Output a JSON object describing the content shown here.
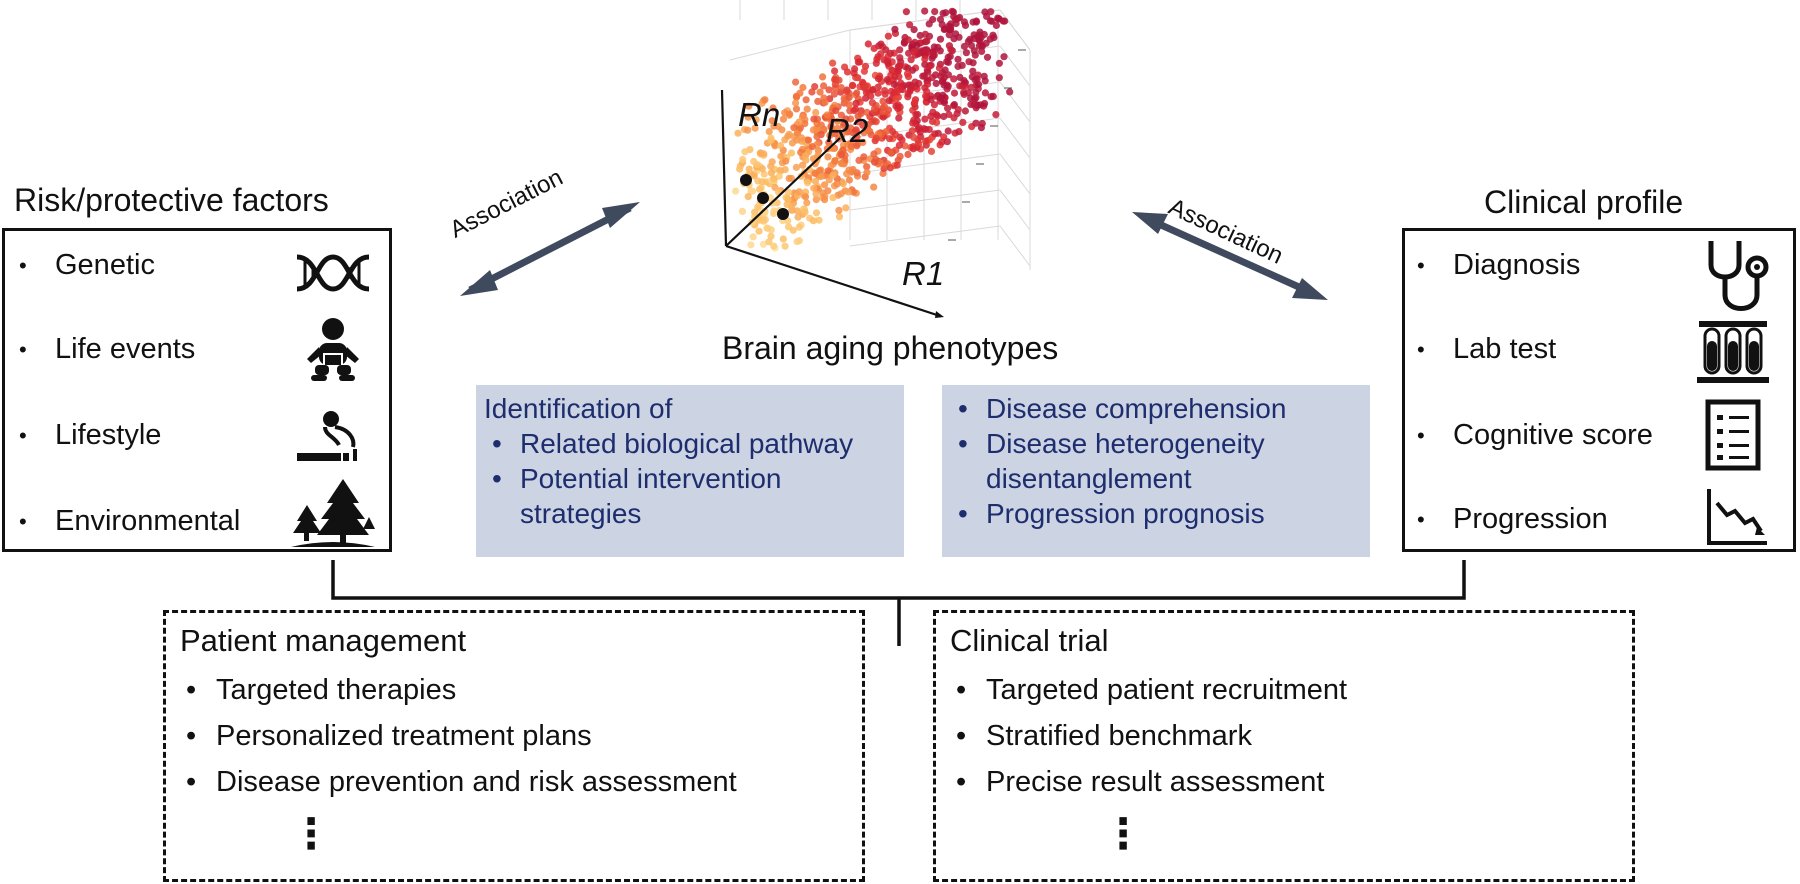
{
  "center": {
    "title": "Brain aging phenotypes",
    "axes": {
      "rn": "Rn",
      "r2": "R2",
      "r1": "R1"
    }
  },
  "left": {
    "title": "Risk/protective factors",
    "items": [
      {
        "label": "Genetic",
        "icon": "dna-icon"
      },
      {
        "label": "Life events",
        "icon": "baby-icon"
      },
      {
        "label": "Lifestyle",
        "icon": "smoking-icon"
      },
      {
        "label": "Environmental",
        "icon": "trees-icon"
      }
    ]
  },
  "right": {
    "title": "Clinical profile",
    "items": [
      {
        "label": "Diagnosis",
        "icon": "stethoscope-icon"
      },
      {
        "label": "Lab test",
        "icon": "test-tubes-icon"
      },
      {
        "label": "Cognitive score",
        "icon": "score-sheet-icon"
      },
      {
        "label": "Progression",
        "icon": "decline-chart-icon"
      }
    ]
  },
  "arrows": {
    "left_label": "Association",
    "right_label": "Association"
  },
  "blue_left": {
    "head": "Identification of",
    "items": [
      "Related biological pathway",
      "Potential intervention strategies"
    ]
  },
  "blue_right": {
    "items": [
      "Disease comprehension",
      "Disease heterogeneity disentanglement",
      "Progression prognosis"
    ]
  },
  "patient": {
    "title": "Patient management",
    "items": [
      "Targeted therapies",
      "Personalized treatment plans",
      "Disease prevention and risk assessment"
    ],
    "more": "⋮"
  },
  "trial": {
    "title": "Clinical trial",
    "items": [
      "Targeted patient recruitment",
      "Stratified benchmark",
      "Precise result assessment"
    ],
    "more": "⋮"
  },
  "colors": {
    "arrow": "#3f4a5e",
    "blue_box": "#ccd3e3",
    "blue_text": "#1d2d6e"
  }
}
